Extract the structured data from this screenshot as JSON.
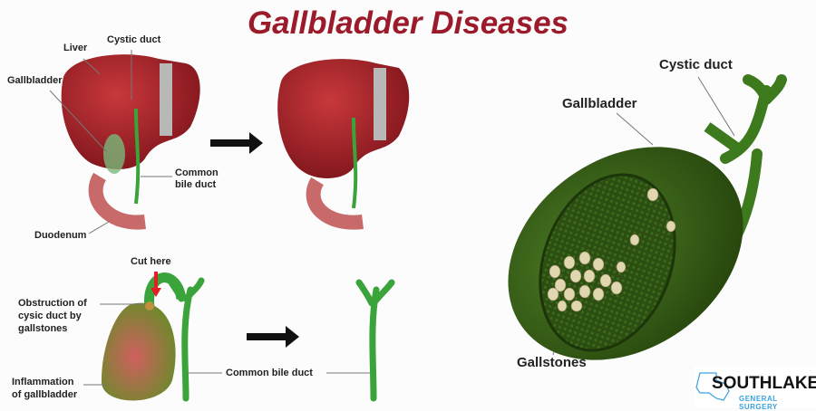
{
  "title": "Gallbladder Diseases",
  "top_diagram": {
    "labels": {
      "liver": "Liver",
      "cystic_duct": "Cystic duct",
      "gallbladder": "Gallbladder",
      "common_bile_duct_1": "Common",
      "common_bile_duct_2": "bile duct",
      "duodenum": "Duodenum"
    }
  },
  "bottom_diagram": {
    "labels": {
      "cut_here": "Cut here",
      "obstruction_1": "Obstruction of",
      "obstruction_2": "cysic duct by",
      "obstruction_3": "gallstones",
      "inflammation_1": "Inflammation",
      "inflammation_2": "of gallbladder",
      "common_bile_duct": "Common bile duct"
    }
  },
  "right_diagram": {
    "labels": {
      "cystic_duct": "Cystic duct",
      "gallbladder": "Gallbladder",
      "gallstones": "Gallstones"
    }
  },
  "logo": {
    "line1": "SOUTHLAKE",
    "line2": "GENERAL SURGERY"
  },
  "colors": {
    "title": "#9b1b2a",
    "liver": "#a3222a",
    "duct": "#3aa33a",
    "gallbladder": "#3f6a1c",
    "logo_accent": "#3aa3e0"
  }
}
